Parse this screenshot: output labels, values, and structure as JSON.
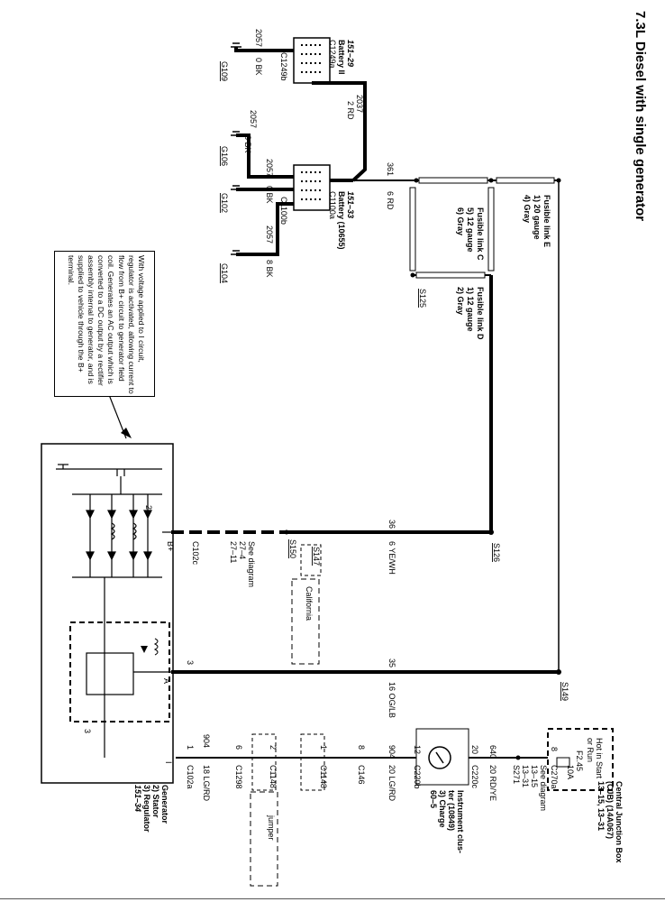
{
  "title": "7.3L Diesel with single generator",
  "note": "With voltage applied to I circuit, regulator is activated, allowing current to flow from B+ circuit to generator field coil. Generates an AC output which is converted to a DC output by a rectifier assembly internal to generator, and is supplied to vehicle through the B+ terminal.",
  "battery2": {
    "connector_a": "C1249a",
    "connector_b": "C1249b",
    "name": "Battery II",
    "ref": "151–29",
    "pos_circuit": "2037",
    "pos_color": "2 RD",
    "gnd_circuit": "2057",
    "gnd_color": "0 BK",
    "ground": "G109"
  },
  "battery1": {
    "connector_a": "C1100a",
    "connector_b": "C1100b",
    "name": "Battery (10655)",
    "ref": "151–33",
    "pos_circuit": "361",
    "pos_color": "6 RD"
  },
  "grounds": [
    {
      "circuit": "2057",
      "color": "8 BK",
      "ground": "G106"
    },
    {
      "circuit": "2057",
      "color": "0 BK",
      "ground": "G102"
    },
    {
      "circuit": "2057",
      "color": "8 BK",
      "ground": "G104"
    }
  ],
  "fusible_e": {
    "title": "Fusible link E",
    "lines": [
      "1)  20 gauge",
      "4)  Gray"
    ]
  },
  "fusible_c": {
    "title": "Fusible link C",
    "lines": [
      "5)  12 gauge",
      "6)  Gray"
    ]
  },
  "fusible_d": {
    "title": "Fusible link D",
    "lines": [
      "1)  12 gauge",
      "2)  Gray"
    ]
  },
  "splices": {
    "s125": "S125",
    "s126": "S126",
    "s147": "S147",
    "s149": "S149",
    "s150": "S150",
    "california": "California"
  },
  "b_plus": {
    "circuit": "36",
    "color": "6 YE/WH",
    "connector": "C102c",
    "see": "See diagram",
    "refs": [
      "27–4",
      "27–11"
    ],
    "terminal": "B+"
  },
  "a_term": {
    "circuit": "35",
    "color": "16 OG/LB",
    "pin": "3",
    "terminal": "A",
    "reg_pin": "3"
  },
  "cjb": {
    "title_lines": [
      "Central Junction Box",
      "(CJB) (14A067)",
      "13–15, 13–31"
    ],
    "hot_lines": [
      "Hot in Start",
      "or Run"
    ],
    "fuse": "F2.45",
    "fuse_amp": "10A",
    "connector": "C270a",
    "pin": "8",
    "splice": "S271",
    "see": "See diagram",
    "refs": [
      "13–15",
      "13–31"
    ]
  },
  "cluster": {
    "title_lines": [
      "Instrument clus-",
      "ter (10849)",
      "3)  Charge",
      "60–5"
    ],
    "c220c": "C220c",
    "c220b": "C220b",
    "pin_c": "20",
    "pin_b": "12",
    "in_circuit": "640",
    "in_color": "20 RD/YE",
    "out_circuit": "904",
    "out_color": "20 LG/RD"
  },
  "harness": {
    "c146": "C146",
    "c146_pin": "8",
    "c1148_top": "C1148",
    "c1148_top_pin": "1",
    "c1148_bot": "C1148",
    "c1148_bot_pin": "2",
    "c1298": "C1298",
    "c1298_pin": "6",
    "circuit": "904",
    "color": "18 LG/RD",
    "jumper": "jumper"
  },
  "generator": {
    "connector": "C102a",
    "pin": "1",
    "title": "Generator",
    "lines": [
      "2)  Stator",
      "3)  Regulator",
      "151–34"
    ],
    "label_2": "2",
    "label_3": "3",
    "label_l": "I"
  }
}
